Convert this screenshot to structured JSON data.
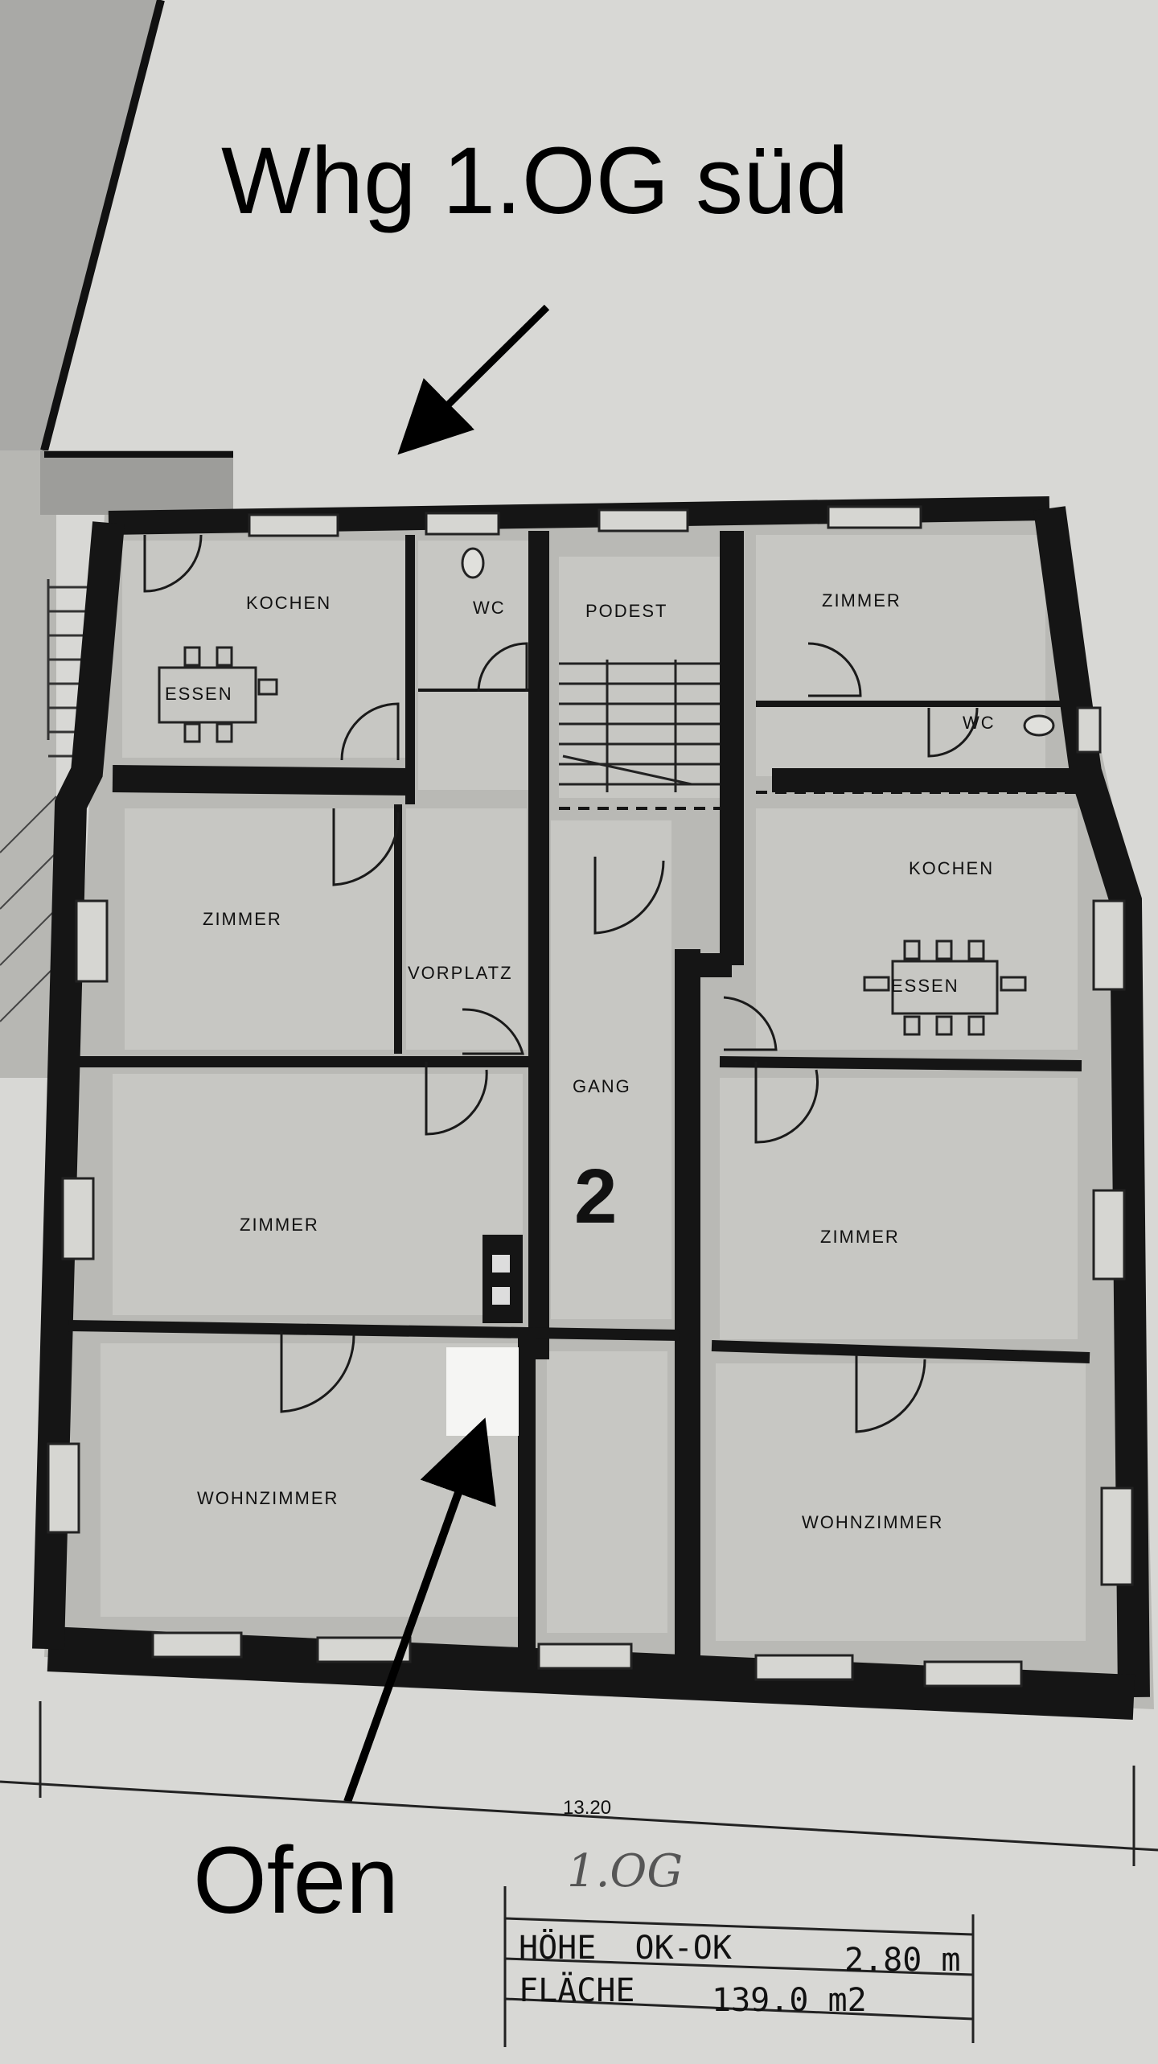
{
  "title": "Whg 1.OG süd",
  "callout": "Ofen",
  "floor_number": "2",
  "handwritten_floor": "1.OG",
  "dimension": "13.20",
  "rooms": {
    "kochen_left": "KOCHEN",
    "essen_left": "ESSEN",
    "wc_left": "WC",
    "podest": "PODEST",
    "zimmer_top_right": "ZIMMER",
    "wc_right": "WC",
    "zimmer_left_1": "ZIMMER",
    "vorplatz": "VORPLATZ",
    "kochen_right": "KOCHEN",
    "essen_right": "ESSEN",
    "gang": "GANG",
    "zimmer_left_2": "ZIMMER",
    "zimmer_right": "ZIMMER",
    "wohnzimmer_left": "WOHNZIMMER",
    "wohnzimmer_right": "WOHNZIMMER"
  },
  "stamp": {
    "height_label": "HÖHE  OK-OK",
    "height_value": "2.80 m",
    "area_label": "FLÄCHE",
    "area_value": "139.0 m2"
  }
}
